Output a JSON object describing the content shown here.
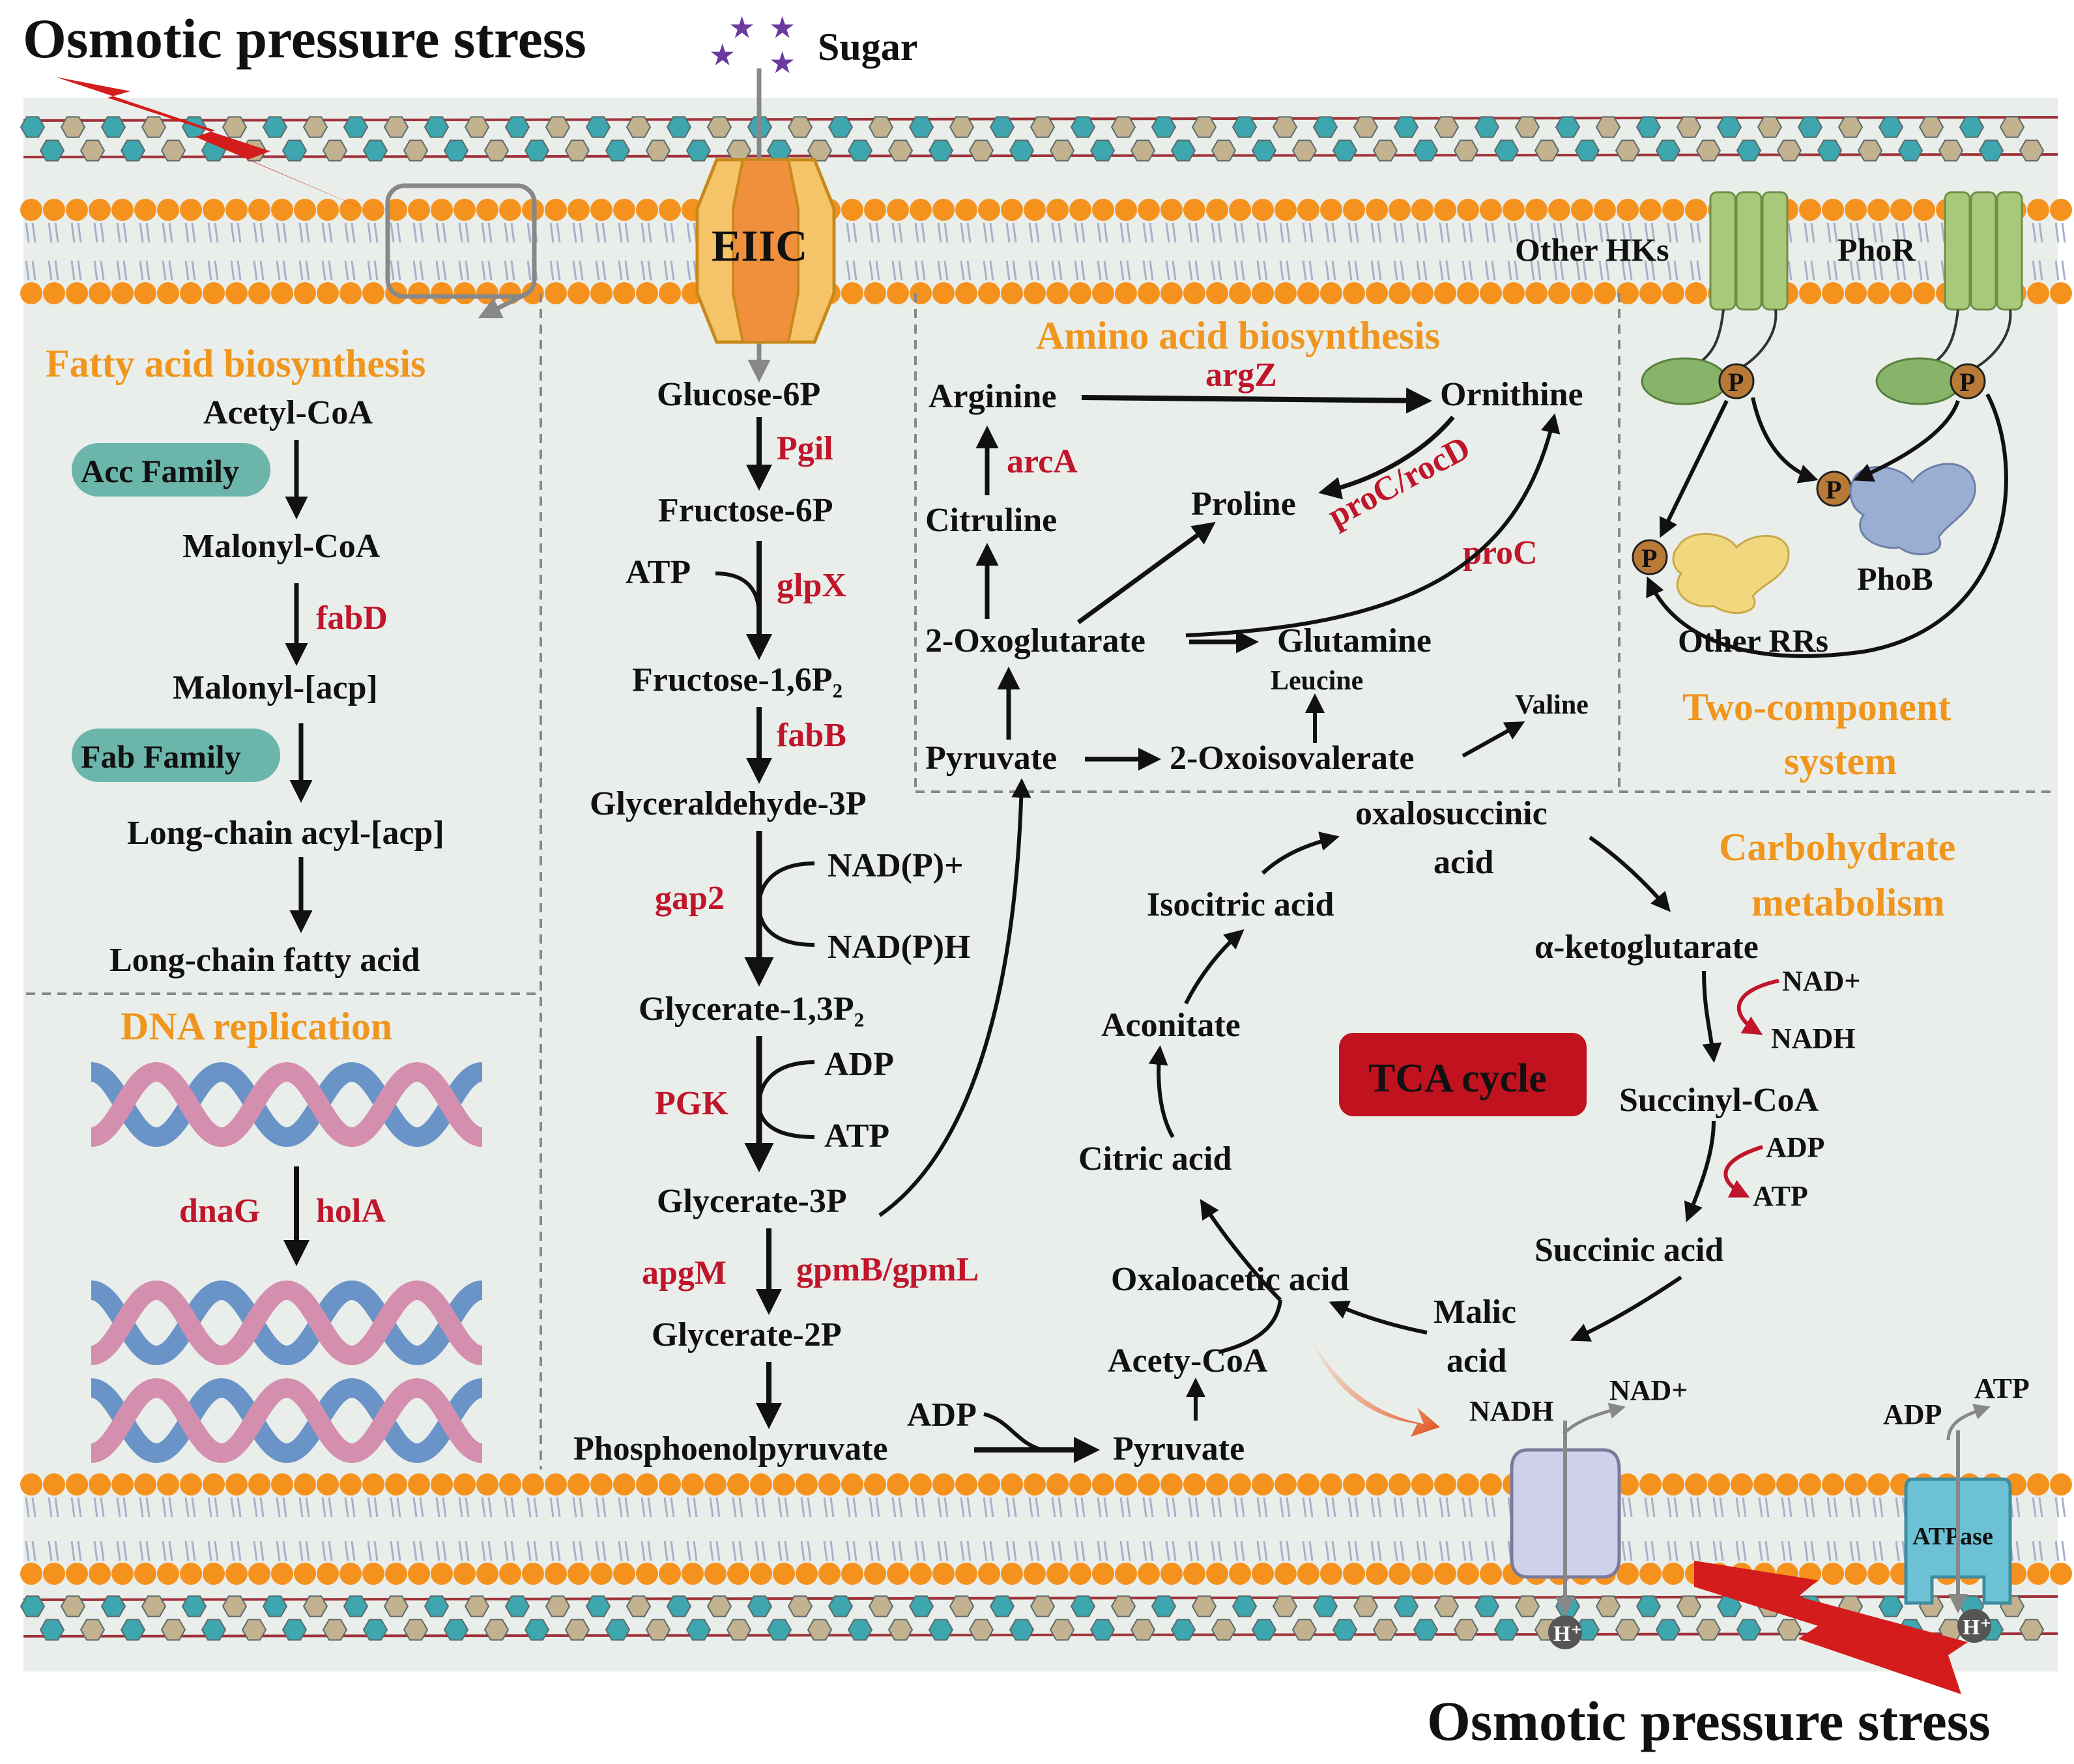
{
  "colors": {
    "background": "#e9eeea",
    "membrane_lipid_head": "#f5921e",
    "gene_label": "#c0152a",
    "section_heading": "#f0961e",
    "tca_badge": "#c0121f",
    "teal_badge": "#6bb5ab",
    "cell_wall_teal": "#3ea6ae",
    "cell_wall_tan": "#c2b28f",
    "stress_bolt": "#d41c1c",
    "sugar_star": "#6a3aa0"
  },
  "stress": {
    "top": "Osmotic pressure stress",
    "bottom": "Osmotic pressure stress"
  },
  "sugar": "Sugar",
  "eiic": "EIIC",
  "fatty": {
    "heading": "Fatty acid biosynthesis",
    "acetyl": "Acetyl-CoA",
    "acc": "Acc Family",
    "malonyl": "Malonyl-CoA",
    "fabd": "fabD",
    "malonyl_acp": "Malonyl-[acp]",
    "fab": "Fab Family",
    "lc_acyl": "Long-chain acyl-[acp]",
    "lc_fatty": "Long-chain fatty acid"
  },
  "dna": {
    "heading": "DNA replication",
    "dnag": "dnaG",
    "hola": "holA"
  },
  "glyco": {
    "g6p": "Glucose-6P",
    "pgil": "Pgil",
    "f6p": "Fructose-6P",
    "atp": "ATP",
    "glpx": "glpX",
    "f16p": "Fructose-1,6P₂",
    "fabb": "fabB",
    "g3p": "Glyceraldehyde-3P",
    "nadp": "NAD(P)+",
    "gap2": "gap2",
    "nadph": "NAD(P)H",
    "g13p": "Glycerate-1,3P₂",
    "adp": "ADP",
    "pgk": "PGK",
    "atp2": "ATP",
    "gly3p": "Glycerate-3P",
    "apgm": "apgM",
    "gpmb": "gpmB/gpmL",
    "gly2p": "Glycerate-2P",
    "pep": "Phosphoenolpyruvate",
    "adp2": "ADP",
    "pyruvate": "Pyruvate"
  },
  "amino": {
    "heading": "Amino acid biosynthesis",
    "arginine": "Arginine",
    "argz": "argZ",
    "ornithine": "Ornithine",
    "arca": "arcA",
    "citruline": "Citruline",
    "proline": "Proline",
    "procrocd": "proC/rocD",
    "proc": "proC",
    "oxoglut": "2-Oxoglutarate",
    "glutamine": "Glutamine",
    "leucine": "Leucine",
    "valine": "Valine",
    "pyruvate": "Pyruvate",
    "oxoiso": "2-Oxoisovalerate"
  },
  "tcs": {
    "other_hks": "Other HKs",
    "phor": "PhoR",
    "p": "P",
    "phob": "PhoB",
    "other_rrs": "Other RRs",
    "heading1": "Two-component",
    "heading2": "system"
  },
  "tca": {
    "heading1": "Carbohydrate",
    "heading2": "metabolism",
    "badge": "TCA cycle",
    "oxalo1": "oxalosuccinic",
    "oxalo2": "acid",
    "isocitric": "Isocitric acid",
    "akg": "α-ketoglutarate",
    "nad": "NAD+",
    "nadh": "NADH",
    "aconitate": "Aconitate",
    "succcoa": "Succinyl-CoA",
    "adp": "ADP",
    "atp": "ATP",
    "citric": "Citric acid",
    "succinic": "Succinic acid",
    "oaa": "Oxaloacetic acid",
    "malic1": "Malic",
    "malic2": "acid",
    "acetycoa": "Acety-CoA"
  },
  "membrane_bottom": {
    "nadh": "NADH",
    "nad": "NAD+",
    "h1": "H⁺",
    "adp": "ADP",
    "atp": "ATP",
    "atpase": "ATPase",
    "h2": "H⁺"
  }
}
